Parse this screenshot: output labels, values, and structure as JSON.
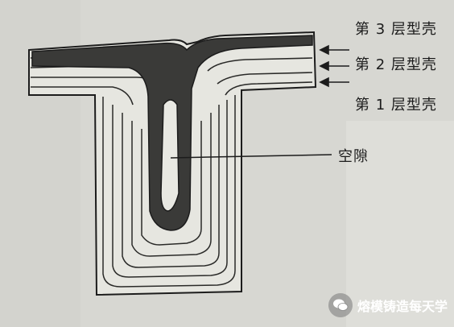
{
  "labels": {
    "layer3": "第 3 层型壳",
    "layer2": "第 2 层型壳",
    "layer1": "第 1 层型壳",
    "gap": "空隙"
  },
  "watermark": {
    "text": "熔模铸造每天学",
    "icon": "wechat-icon"
  },
  "colors": {
    "background": "#d7d7d2",
    "ink": "#1c1c1c",
    "dark_fill": "#3a3a38",
    "light_shell": "#e6e6e0"
  }
}
